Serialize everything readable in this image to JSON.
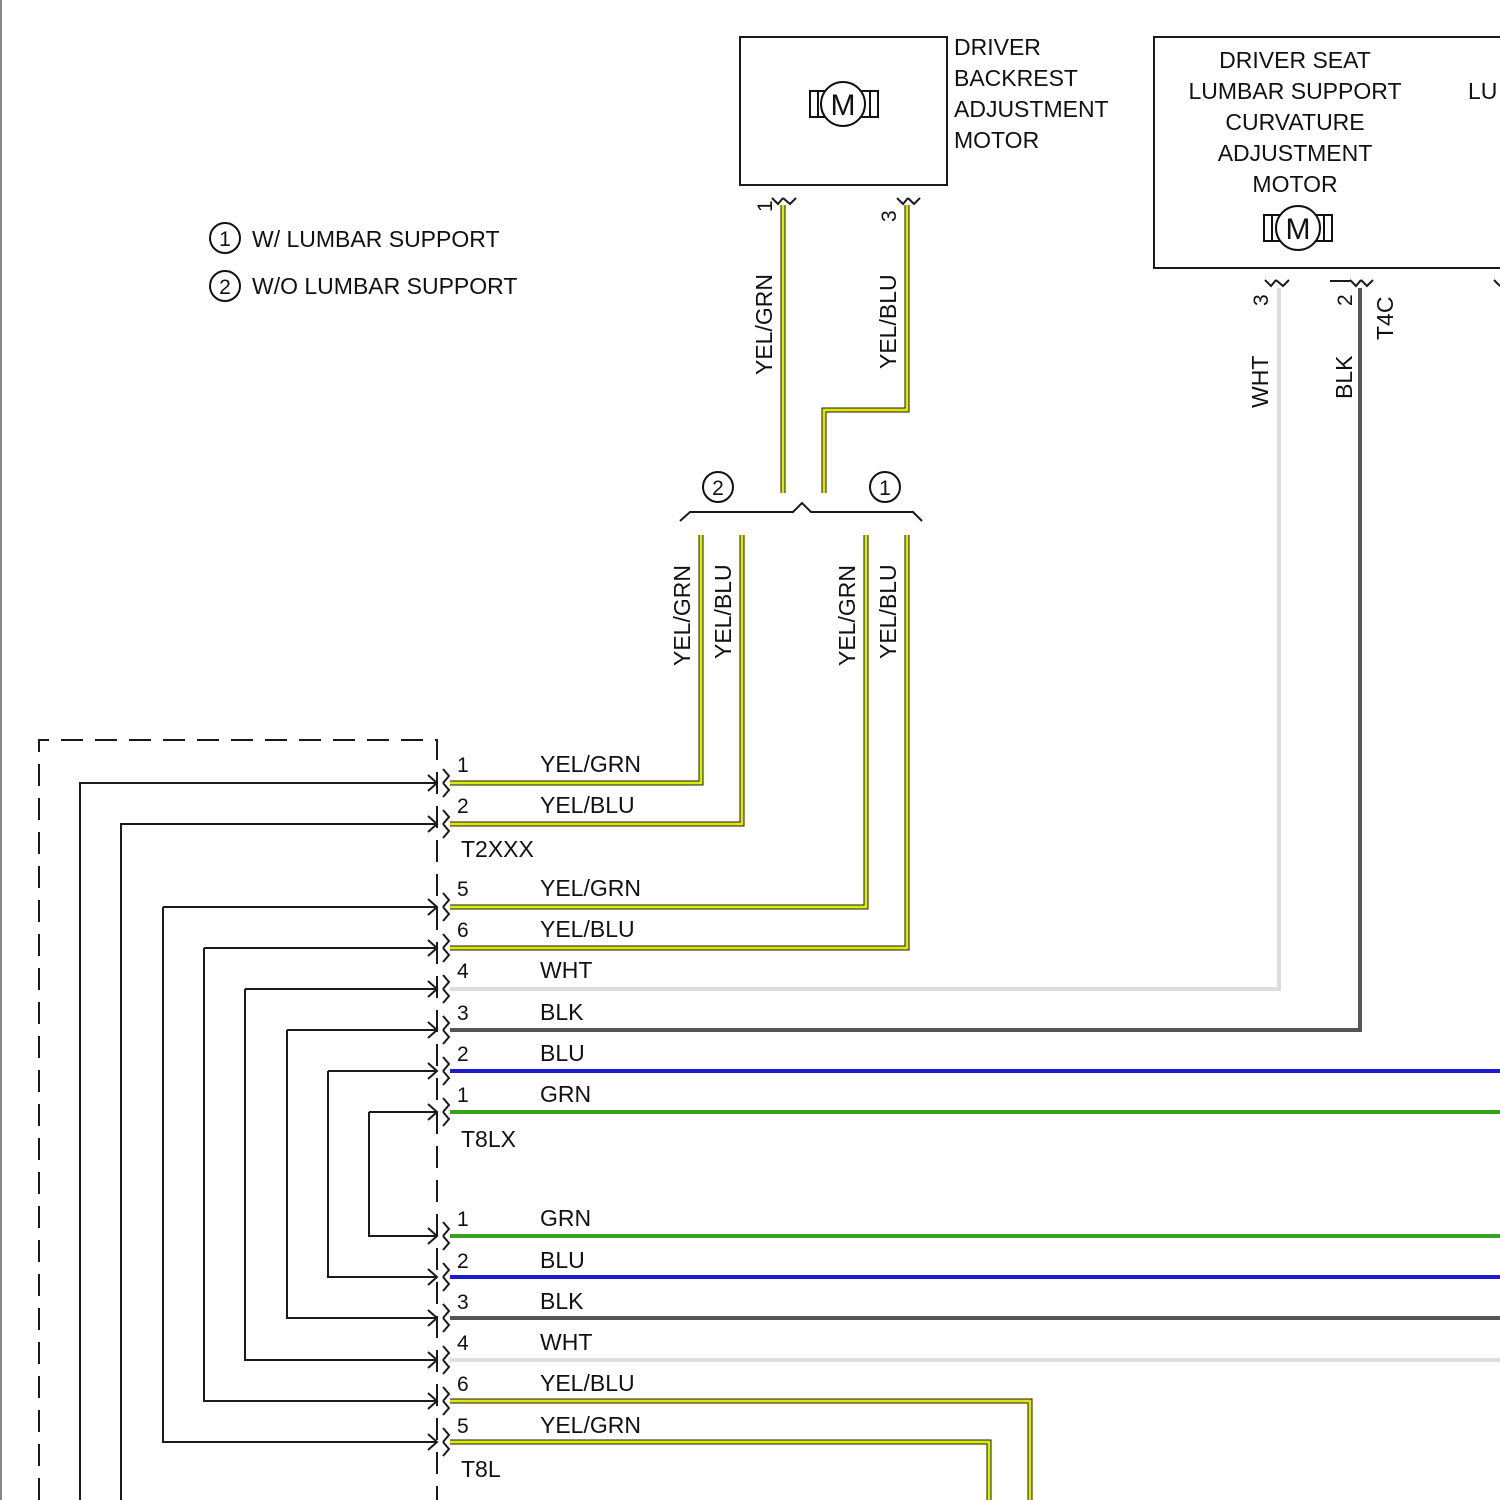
{
  "legend": [
    {
      "num": "1",
      "text": "W/ LUMBAR SUPPORT"
    },
    {
      "num": "2",
      "text": "W/O LUMBAR SUPPORT"
    }
  ],
  "components": {
    "backrest_motor": {
      "lines": [
        "DRIVER",
        "BACKREST",
        "ADJUSTMENT",
        "MOTOR"
      ],
      "symbol": "M",
      "pins": [
        "1",
        "3"
      ]
    },
    "lumbar_motor": {
      "lines": [
        "DRIVER SEAT",
        "LUMBAR SUPPORT",
        "CURVATURE",
        "ADJUSTMENT",
        "MOTOR"
      ],
      "symbol": "M",
      "pins": [
        "3",
        "2"
      ],
      "connector": "T4C",
      "cut_text": "LU"
    }
  },
  "colors": {
    "YEL_GRN": "#d8f000",
    "YEL_BLU": "#e2e600",
    "WHT": "#dcdcdc",
    "BLK": "#555555",
    "BLU": "#1a1ad0",
    "GRN": "#3aa020"
  },
  "option_markers": [
    "2",
    "1"
  ],
  "vertical_labels": {
    "backrest_pin1": "YEL/GRN",
    "backrest_pin3": "YEL/BLU",
    "branch2_a": "YEL/GRN",
    "branch2_b": "YEL/BLU",
    "branch1_a": "YEL/GRN",
    "branch1_b": "YEL/BLU",
    "lumbar_pin3": "WHT",
    "lumbar_pin2": "BLK"
  },
  "connectors": [
    {
      "name": "T2XXX",
      "wires": [
        {
          "pin": "1",
          "color": "YEL/GRN"
        },
        {
          "pin": "2",
          "color": "YEL/BLU"
        }
      ]
    },
    {
      "name": "T8LX",
      "wires": [
        {
          "pin": "5",
          "color": "YEL/GRN"
        },
        {
          "pin": "6",
          "color": "YEL/BLU"
        },
        {
          "pin": "4",
          "color": "WHT"
        },
        {
          "pin": "3",
          "color": "BLK"
        },
        {
          "pin": "2",
          "color": "BLU"
        },
        {
          "pin": "1",
          "color": "GRN"
        }
      ]
    },
    {
      "name": "T8L",
      "wires": [
        {
          "pin": "1",
          "color": "GRN"
        },
        {
          "pin": "2",
          "color": "BLU"
        },
        {
          "pin": "3",
          "color": "BLK"
        },
        {
          "pin": "4",
          "color": "WHT"
        },
        {
          "pin": "6",
          "color": "YEL/BLU"
        },
        {
          "pin": "5",
          "color": "YEL/GRN"
        }
      ]
    }
  ]
}
